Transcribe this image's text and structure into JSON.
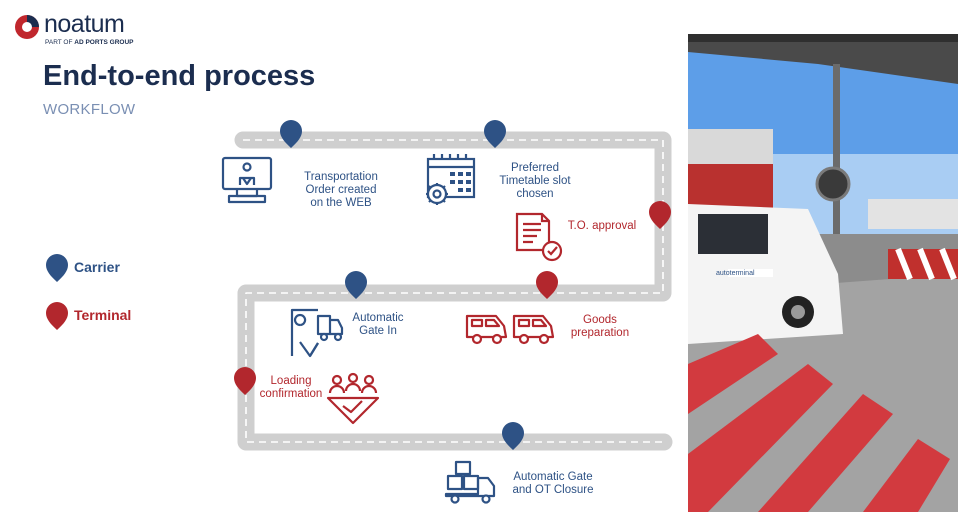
{
  "logo": {
    "name": "noatum",
    "tagline_prefix": "PART OF",
    "tagline_group": "AD PORTS GROUP"
  },
  "title": "End-to-end process",
  "subtitle": "WORKFLOW",
  "legend": {
    "carrier": "Carrier",
    "terminal": "Terminal"
  },
  "colors": {
    "carrier": "#2e5285",
    "terminal": "#b2272d",
    "road": "#cfcfcf",
    "title": "#1b2d4f"
  },
  "steps": {
    "transport_order": {
      "line1": "Transportation",
      "line2": "Order created",
      "line3": "on the WEB",
      "icon": "computer-monitor-icon"
    },
    "timetable": {
      "line1": "Preferred",
      "line2": "Timetable slot",
      "line3": "chosen",
      "icon": "calendar-gear-icon"
    },
    "approval": {
      "label": "T.O. approval",
      "icon": "document-check-icon"
    },
    "goods": {
      "line1": "Goods",
      "line2": "preparation",
      "icon": "vans-icon"
    },
    "gate_in": {
      "line1": "Automatic",
      "line2": "Gate In",
      "icon": "truck-gate-icon"
    },
    "loading": {
      "line1": "Loading",
      "line2": "confirmation",
      "icon": "team-check-icon"
    },
    "closure": {
      "line1": "Automatic Gate",
      "line2": "and OT Closure",
      "icon": "boxes-truck-icon"
    }
  },
  "photo": {
    "van_text": "autoterminal"
  }
}
